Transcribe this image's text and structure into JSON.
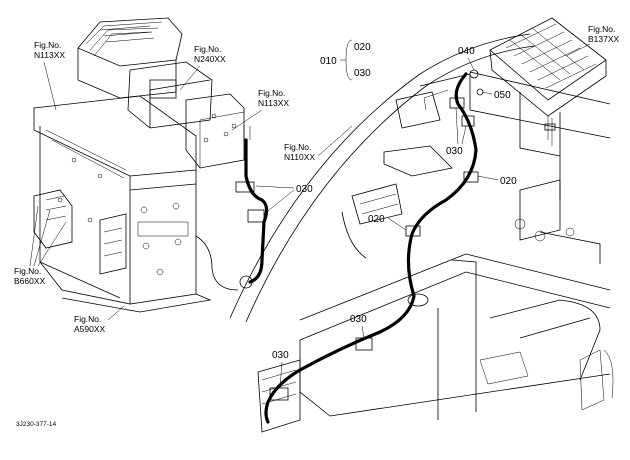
{
  "figure_refs": {
    "n113_left": {
      "line1": "Fig.No.",
      "line2": "N113XX"
    },
    "n240": {
      "line1": "Fig.No.",
      "line2": "N240XX"
    },
    "n113_right": {
      "line1": "Fig.No.",
      "line2": "N113XX"
    },
    "n110": {
      "line1": "Fig.No.",
      "line2": "N110XX"
    },
    "b137": {
      "line1": "Fig.No.",
      "line2": "B137XX"
    },
    "b660": {
      "line1": "Fig.No.",
      "line2": "B660XX"
    },
    "a590": {
      "line1": "Fig.No.",
      "line2": "A590XX"
    }
  },
  "part_numbers": {
    "p010": "010",
    "p020_top": "020",
    "p030_top": "030",
    "p040": "040",
    "p050": "050",
    "p030_mid": "030",
    "p020_right": "020",
    "p020_mid": "020",
    "p030_left": "030",
    "p030_lower": "030",
    "p030_bottom": "030"
  },
  "drawing_code": "3J230-377-14"
}
